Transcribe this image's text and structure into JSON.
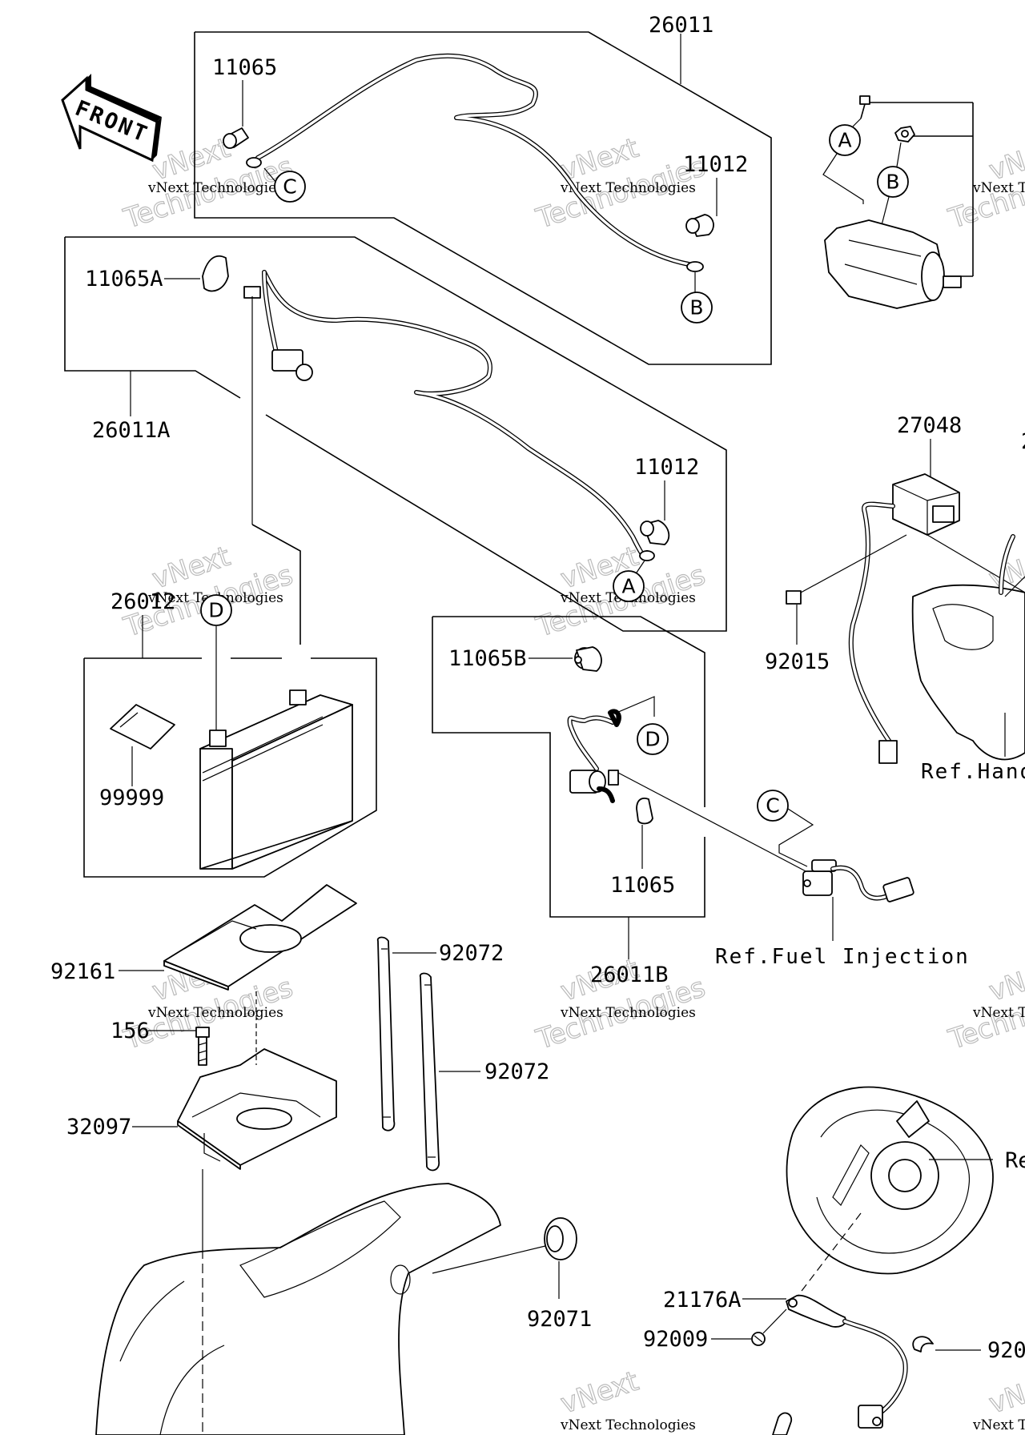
{
  "front_arrow": {
    "label": "FRONT"
  },
  "parts": {
    "p26011": "26011",
    "p11065_top": "11065",
    "p11012_top": "11012",
    "p11065A": "11065A",
    "p26011A": "26011A",
    "p11012_mid": "11012",
    "p27048": "27048",
    "p92015": "92015",
    "p26012": "26012",
    "p99999": "99999",
    "p11065B": "11065B",
    "p11065_low": "11065",
    "p26011B": "26011B",
    "p92161": "92161",
    "p92072_a": "92072",
    "p92072_b": "92072",
    "p156": "156",
    "p32097": "32097",
    "p92071": "92071",
    "p21176A": "21176A",
    "p92009": "92009",
    "p920_edge": "920",
    "p2_edge": "2"
  },
  "callouts": {
    "A": "A",
    "B": "B",
    "C": "C",
    "D": "D"
  },
  "references": {
    "fuel_injection": "Ref.Fuel Injection",
    "handle": "Ref.Hand",
    "edge_re": "Re"
  },
  "watermark": {
    "small": "vNext Technologies",
    "big_line1": "vNext",
    "big_line2": "Technologies"
  }
}
